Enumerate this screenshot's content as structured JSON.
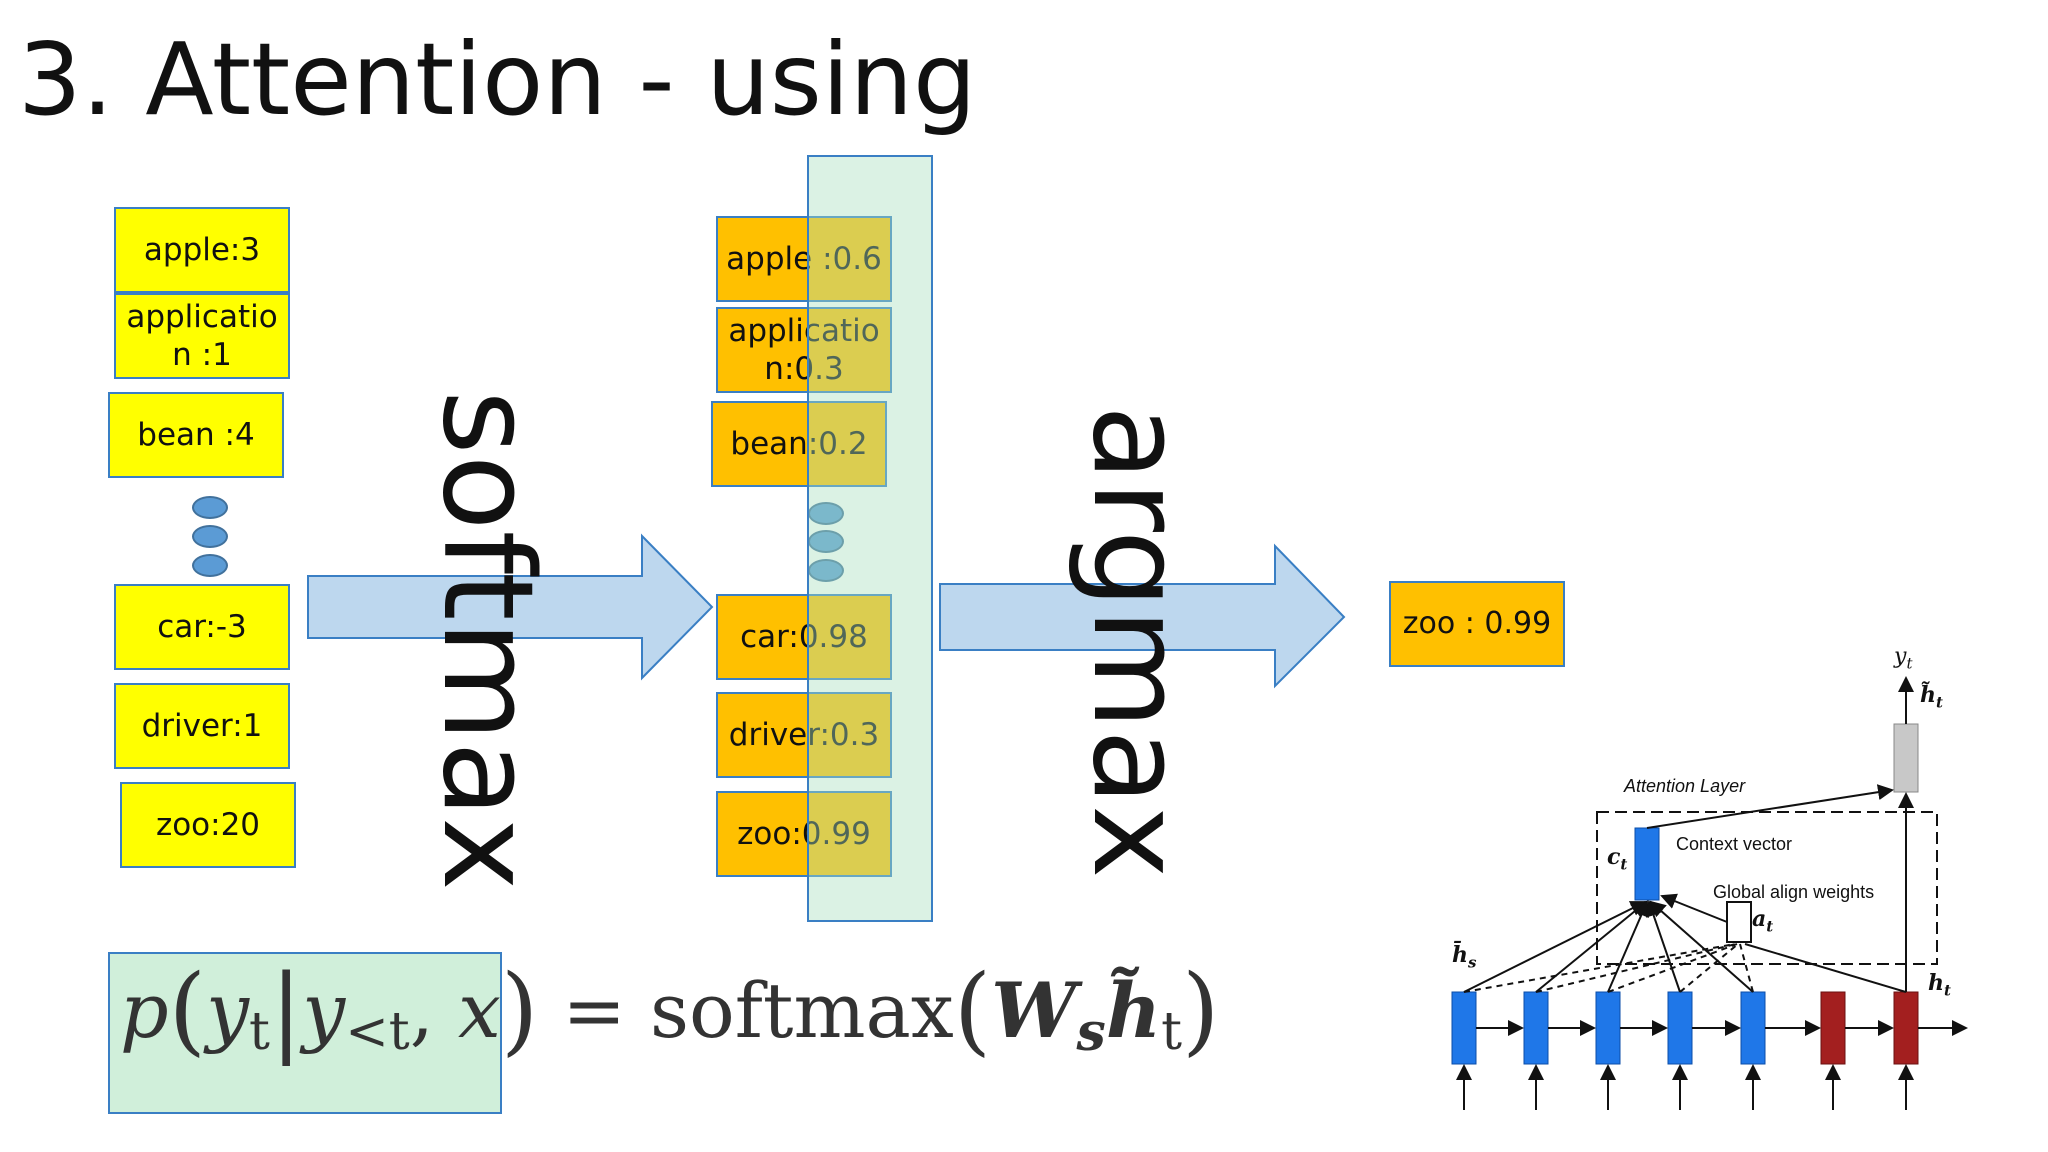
{
  "title": "3. Attention - using",
  "scores": [
    {
      "label": "apple:3"
    },
    {
      "label": "applicatio n :1"
    },
    {
      "label": "bean :4"
    },
    {
      "label": "car:-3"
    },
    {
      "label": "driver:1"
    },
    {
      "label": "zoo:20"
    }
  ],
  "probabilities": [
    {
      "label": "apple :0.6"
    },
    {
      "label": "applicatio n:0.3"
    },
    {
      "label": "bean:0.2"
    },
    {
      "label": "car:0.98"
    },
    {
      "label": "driver:0.3"
    },
    {
      "label": "zoo:0.99"
    }
  ],
  "arrows": {
    "softmax_label": "softmax",
    "argmax_label": "argmax"
  },
  "result": {
    "label": "zoo : 0.99"
  },
  "formula": {
    "p": "p",
    "y": "y",
    "t": "t",
    "lt": "<t",
    "x": "x",
    "softmax": "softmax",
    "W": "W",
    "s": "s",
    "h": "h̃"
  },
  "diagram": {
    "title": "Attention Layer",
    "context_vector": "Context vector",
    "align_weights": "Global align weights",
    "vars": {
      "ct": "c",
      "at": "a",
      "hs": "h̄",
      "ht": "h",
      "htilde": "h̃",
      "yt": "y",
      "t": "t",
      "s": "s"
    }
  },
  "colors": {
    "score_box": "#ffff00",
    "prob_box": "#ffc000",
    "arrow_fill": "#bdd7ee",
    "arrow_stroke": "#3a7fc4",
    "highlight": "#d6efdf",
    "encoder_cell": "#1f77e8",
    "decoder_cell": "#a31f1f",
    "output_cell": "#c8c8c8"
  }
}
